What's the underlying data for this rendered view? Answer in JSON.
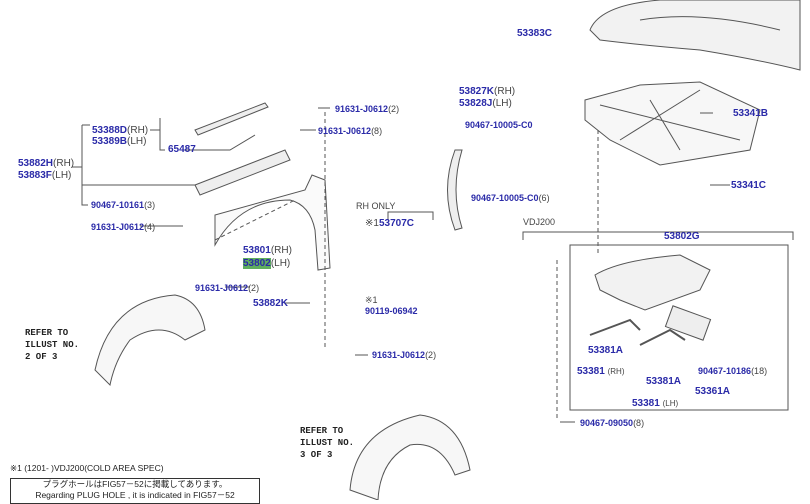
{
  "parts": {
    "p53383C": "53383C",
    "p53341B": "53341B",
    "p53341C": "53341C",
    "p53827K": "53827K",
    "rh": "(RH)",
    "p53828J": "53828J",
    "lh": "(LH)",
    "p90467_10005_C0": "90467-10005-C0",
    "p90467_10005_C0_6": "90467-10005-C0",
    "q6": "(6)",
    "p53802G": "53802G",
    "p53381A_1": "53381A",
    "p53381_rh": "53381",
    "rh_small": "(RH)",
    "p53381A_2": "53381A",
    "p53381_lh": "53381",
    "lh_small": "(LH)",
    "p90467_10186": "90467-10186",
    "q18": "(18)",
    "p53361A": "53361A",
    "p90467_09050": "90467-09050",
    "q8": "(8)",
    "p91631_J0612_a": "91631-J0612",
    "q2": "(2)",
    "p53388D": "53388D",
    "p53389B": "53389B",
    "p91631_J0612_b": "91631-J0612",
    "p65487": "65487",
    "p53882H": "53882H",
    "p53883F": "53883F",
    "p90467_10161": "90467-10161",
    "q3": "(3)",
    "p53707C": "53707C",
    "p91631_J0612_c": "91631-J0612",
    "q4": "(4)",
    "p53801": "53801",
    "p53802": "53802",
    "p91631_J0612_d": "91631-J0612",
    "p53882K": "53882K",
    "p90119_06942": "90119-06942",
    "p91631_J0612_e": "91631-J0612"
  },
  "labels": {
    "vdj200": "VDJ200",
    "rh_only": "RH ONLY",
    "mark1": "※1",
    "refer2": [
      "REFER TO",
      "ILLUST NO.",
      "2 OF 3"
    ],
    "refer3": [
      "REFER TO",
      "ILLUST NO.",
      "3 OF 3"
    ],
    "footnote": "※1 (1201-      )VDJ200(COLD AREA SPEC)",
    "note_jp": "プラグホールはFIG57－52に掲載してあります。",
    "note_en": "Regarding PLUG HOLE , it is indicated in FIG57－52"
  },
  "colors": {
    "part_link": "#2a2aa8",
    "highlight": "#5fae5f"
  }
}
